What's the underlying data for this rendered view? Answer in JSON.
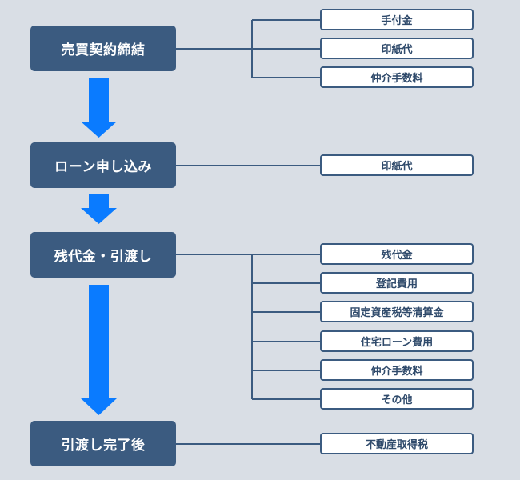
{
  "colors": {
    "background": "#d9dee5",
    "stage_fill": "#3b5b80",
    "stage_text": "#ffffff",
    "connector_line": "#3b5b80",
    "flow_arrow": "#0a7bff",
    "cost_text": "#2f4a6b"
  },
  "stages": [
    {
      "label": "売買契約締結",
      "costs": [
        "手付金",
        "印紙代",
        "仲介手数料"
      ]
    },
    {
      "label": "ローン申し込み",
      "costs": [
        "印紙代"
      ]
    },
    {
      "label": "残代金・引渡し",
      "costs": [
        "残代金",
        "登記費用",
        "固定資産税等清算金",
        "住宅ローン費用",
        "仲介手数料",
        "その他"
      ]
    },
    {
      "label": "引渡し完了後",
      "costs": [
        "不動産取得税"
      ]
    }
  ]
}
